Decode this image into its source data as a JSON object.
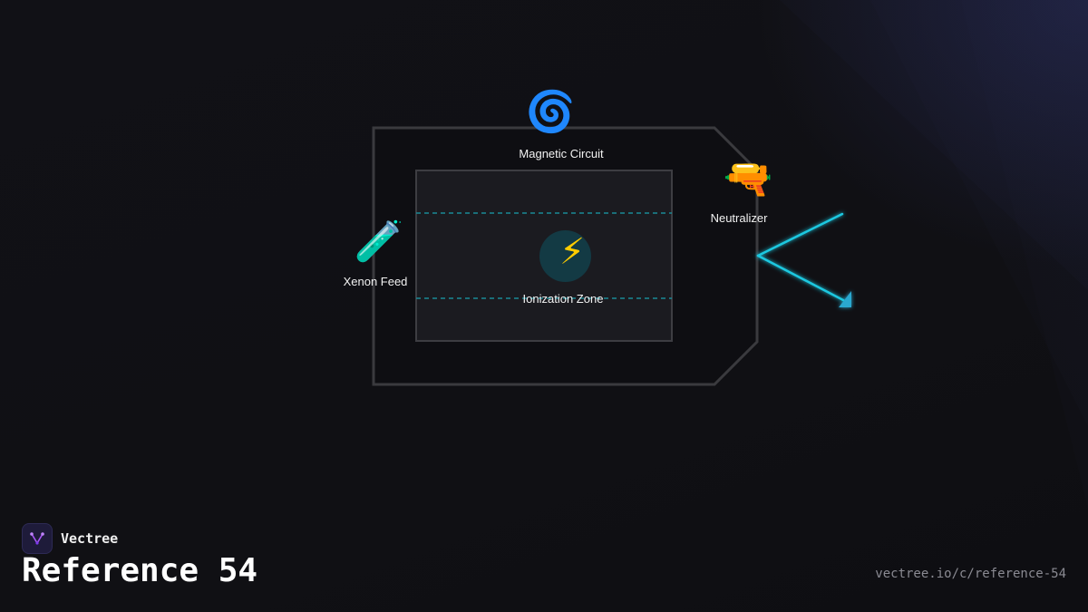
{
  "diagram": {
    "nodes": {
      "magnetic_circuit": {
        "label": "Magnetic Circuit",
        "icon": "cyclone-icon",
        "glyph": "🌀"
      },
      "neutralizer": {
        "label": "Neutralizer",
        "icon": "water-pistol-icon",
        "glyph": "🔫"
      },
      "xenon_feed": {
        "label": "Xenon Feed",
        "icon": "test-tube-icon",
        "glyph": "🧪"
      },
      "ionization_zone": {
        "label": "Ionization Zone",
        "icon": "lightning-icon",
        "glyph": "⚡"
      }
    },
    "colors": {
      "outline": "#3a3a3e",
      "chamber_fill": "#1b1b20",
      "dashed": "#1a8a96",
      "plume": "#1ec8e0",
      "zone_circle": "#133a44"
    }
  },
  "brand": {
    "name": "Vectree",
    "logo_icon": "vectree-logo-icon"
  },
  "page": {
    "title": "Reference 54",
    "url": "vectree.io/c/reference-54"
  }
}
